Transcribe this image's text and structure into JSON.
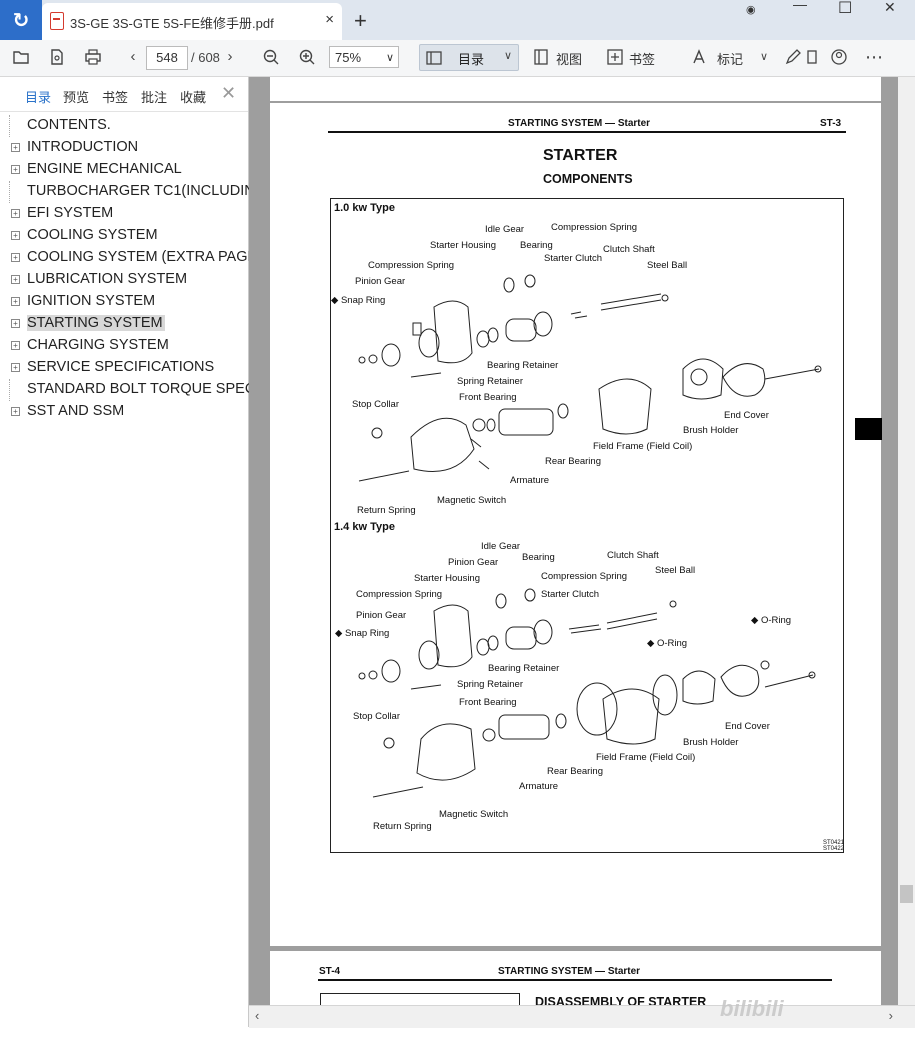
{
  "window": {
    "tab_title": "3S-GE 3S-GTE 5S-FE维修手册.pdf",
    "new_tab": "+",
    "close_tab": "×",
    "minimize": "—",
    "maximize": "☐",
    "close": "✕",
    "restore": "◉"
  },
  "toolbar": {
    "current_page": "548",
    "total_pages": "/ 608",
    "zoom": "75%",
    "toc_label": "目录",
    "view_label": "视图",
    "bookmark_label": "书签",
    "mark_label": "标记",
    "more": "⋯"
  },
  "sidebar": {
    "tabs": [
      "目录",
      "预览",
      "书签",
      "批注",
      "收藏"
    ],
    "close": "✕",
    "items": [
      {
        "label": "CONTENTS.",
        "expandable": false
      },
      {
        "label": "INTRODUCTION",
        "expandable": true
      },
      {
        "label": "ENGINE MECHANICAL",
        "expandable": true
      },
      {
        "label": "TURBOCHARGER TC1(INCLUDIN",
        "expandable": false
      },
      {
        "label": "EFI SYSTEM",
        "expandable": true
      },
      {
        "label": "COOLING SYSTEM",
        "expandable": true
      },
      {
        "label": "COOLING SYSTEM (EXTRA PAGI",
        "expandable": true
      },
      {
        "label": "LUBRICATION SYSTEM",
        "expandable": true
      },
      {
        "label": "IGNITION SYSTEM",
        "expandable": true
      },
      {
        "label": "STARTING SYSTEM",
        "expandable": true,
        "selected": true
      },
      {
        "label": "CHARGING SYSTEM",
        "expandable": true
      },
      {
        "label": "SERVICE SPECIFICATIONS",
        "expandable": true
      },
      {
        "label": "STANDARD BOLT TORQUE SPEC",
        "expandable": false
      },
      {
        "label": "SST AND SSM",
        "expandable": true
      }
    ]
  },
  "page1": {
    "header_left": "STARTING SYSTEM — Starter",
    "header_right": "ST-3",
    "title": "STARTER",
    "subtitle": "COMPONENTS",
    "section1": "1.0 kw Type",
    "section2": "1.4 kw Type",
    "figure_code1": "ST0421",
    "figure_code2": "ST0422",
    "labels1": [
      "Idle Gear",
      "Compression Spring",
      "Starter Housing",
      "Bearing",
      "Starter Clutch",
      "Clutch Shaft",
      "Compression Spring",
      "Steel Ball",
      "Pinion Gear",
      "◆ Snap Ring",
      "Bearing Retainer",
      "Spring Retainer",
      "Front Bearing",
      "Stop Collar",
      "End Cover",
      "Brush Holder",
      "Field Frame (Field Coil)",
      "Rear Bearing",
      "Armature",
      "Magnetic Switch",
      "Return Spring"
    ],
    "labels2": [
      "Idle Gear",
      "Pinion Gear",
      "Bearing",
      "Clutch Shaft",
      "Starter Housing",
      "Compression Spring",
      "Steel Ball",
      "Compression Spring",
      "Starter Clutch",
      "Pinion Gear",
      "◆ Snap Ring",
      "◆ O-Ring",
      "◆ O-Ring",
      "Bearing Retainer",
      "Spring Retainer",
      "Front Bearing",
      "Stop Collar",
      "End Cover",
      "Brush Holder",
      "Field Frame (Field Coil)",
      "Rear Bearing",
      "Armature",
      "Magnetic Switch",
      "Return Spring"
    ]
  },
  "page2": {
    "header_left": "ST-4",
    "header_center": "STARTING SYSTEM — Starter",
    "title": "DISASSEMBLY OF STARTER"
  },
  "scroll": {
    "left": "‹",
    "right": "›"
  },
  "watermark": "bilibili"
}
